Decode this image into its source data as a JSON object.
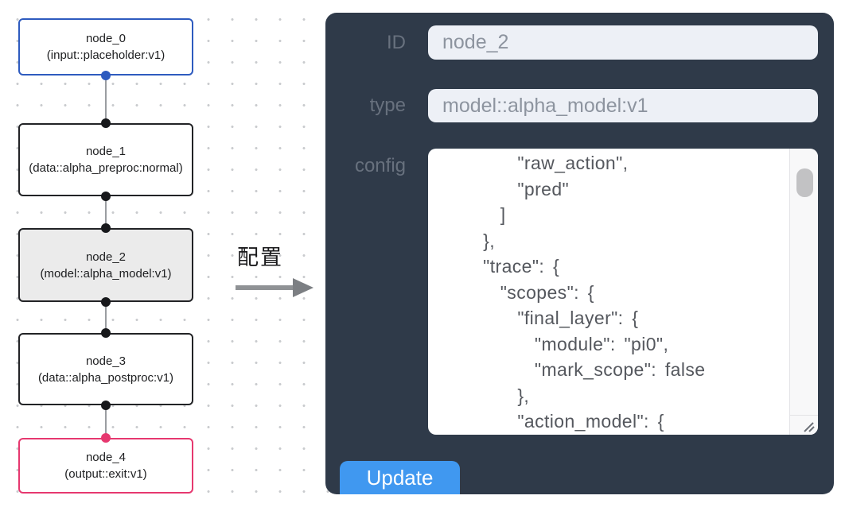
{
  "flow": {
    "nodes": [
      {
        "label": "node_0",
        "type_line": "(input::placeholder:v1)",
        "variant": "input"
      },
      {
        "label": "node_1",
        "type_line": "(data::alpha_preproc:normal)",
        "variant": "default"
      },
      {
        "label": "node_2",
        "type_line": "(model::alpha_model:v1)",
        "variant": "selected"
      },
      {
        "label": "node_3",
        "type_line": "(data::alpha_postproc:v1)",
        "variant": "default"
      },
      {
        "label": "node_4",
        "type_line": "(output::exit:v1)",
        "variant": "output"
      }
    ]
  },
  "annotation": {
    "label": "配置"
  },
  "panel": {
    "id_field": {
      "label": "ID",
      "value": "node_2"
    },
    "type_field": {
      "label": "type",
      "value": "model::alpha_model:v1"
    },
    "config_field": {
      "label": "config",
      "value": "        \"raw_action\",\n        \"pred\"\n      ]\n    },\n    \"trace\": {\n      \"scopes\": {\n        \"final_layer\": {\n          \"module\": \"pi0\",\n          \"mark_scope\": false\n        },\n        \"action_model\": {"
    },
    "update_button": "Update"
  },
  "colors": {
    "panel_bg": "#2f3a49",
    "accent_blue": "#4098f0",
    "input_node_border": "#2e5bbf",
    "output_node_border": "#e6386f",
    "selected_node_bg": "#ebebeb",
    "field_bg": "#edf0f6"
  }
}
